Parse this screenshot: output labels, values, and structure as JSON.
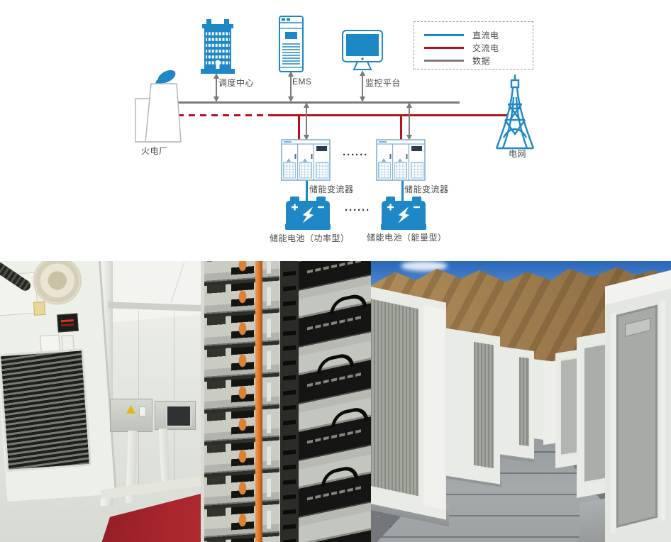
{
  "diagram": {
    "legend": {
      "items": [
        {
          "label": "直流电",
          "color": "#1E87C6"
        },
        {
          "label": "交流电",
          "color": "#B5121B"
        },
        {
          "label": "数据",
          "color": "#7B7B7B"
        }
      ]
    },
    "labels": {
      "power_plant": "火电厂",
      "dispatch_center": "调度中心",
      "ems": "EMS",
      "monitoring_platform": "监控平台",
      "grid": "电网",
      "converter_1": "储能变流器",
      "converter_2": "储能变流器",
      "battery_power": "储能电池（功率型）",
      "battery_energy": "储能电池（能量型）",
      "ellipsis_converters": "······",
      "ellipsis_batteries": "······"
    },
    "connections": [
      {
        "from": "power_plant",
        "to": "grid",
        "type": "ac"
      },
      {
        "from": "ac_bus",
        "to": "converter_1",
        "type": "ac"
      },
      {
        "from": "ac_bus",
        "to": "converter_2",
        "type": "ac"
      },
      {
        "from": "converter_1",
        "to": "battery_power",
        "type": "dc"
      },
      {
        "from": "converter_2",
        "to": "battery_energy",
        "type": "dc"
      },
      {
        "from": "data_bus",
        "to": "dispatch_center",
        "type": "data"
      },
      {
        "from": "data_bus",
        "to": "ems",
        "type": "data"
      },
      {
        "from": "data_bus",
        "to": "monitoring_platform",
        "type": "data"
      },
      {
        "from": "data_bus",
        "to": "converter_1",
        "type": "data"
      },
      {
        "from": "data_bus",
        "to": "converter_2",
        "type": "data"
      }
    ],
    "colors": {
      "dc": "#1E87C6",
      "ac": "#B5121B",
      "data": "#7B7B7B",
      "icon_blue": "#1E87C6"
    }
  }
}
